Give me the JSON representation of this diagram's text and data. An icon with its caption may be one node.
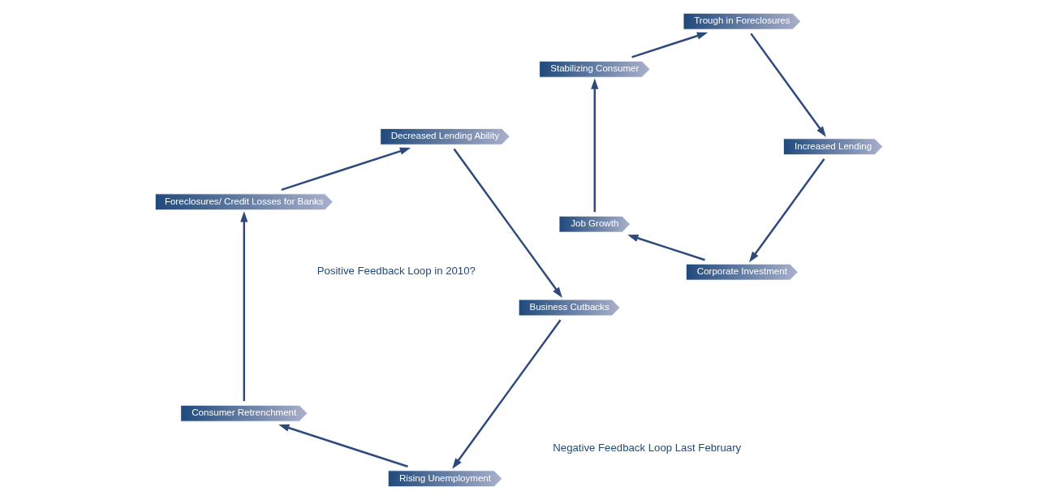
{
  "diagram": {
    "nodes": [
      {
        "text": [
          "Rising Unemployment"
        ]
      },
      {
        "text": [
          "Consumer Retrenchment"
        ]
      },
      {
        "text": [
          "Business Cutbacks"
        ]
      },
      {
        "text": [
          "Foreclosures/ Credit Losses for Banks"
        ]
      },
      {
        "text": [
          "Decreased Lending Ability"
        ]
      },
      {
        "text": [
          "Corporate Investment"
        ]
      },
      {
        "text": [
          "Job Growth"
        ]
      },
      {
        "text": [
          "Increased Lending"
        ]
      },
      {
        "text": [
          "Stabilizing Consumer"
        ]
      },
      {
        "text": [
          "Trough in Foreclosures"
        ]
      }
    ],
    "edges": [
      {
        "from": 2,
        "to": 0,
        "arrow": "to"
      },
      {
        "from": 0,
        "to": 1,
        "arrow": "to"
      },
      {
        "from": 1,
        "to": 3,
        "arrow": "to"
      },
      {
        "from": 3,
        "to": 4,
        "arrow": "to"
      },
      {
        "from": 4,
        "to": 2,
        "arrow": "to"
      },
      {
        "from": 5,
        "to": 6,
        "arrow": "to"
      },
      {
        "from": 6,
        "to": 8,
        "arrow": "to"
      },
      {
        "from": 8,
        "to": 9,
        "arrow": "to"
      },
      {
        "from": 9,
        "to": 7,
        "arrow": "to"
      },
      {
        "from": 7,
        "to": 5,
        "arrow": "to"
      }
    ],
    "labels": [
      "Negative Feedback Loop Last February",
      "Positive Feedback Loop in 2010?"
    ]
  }
}
